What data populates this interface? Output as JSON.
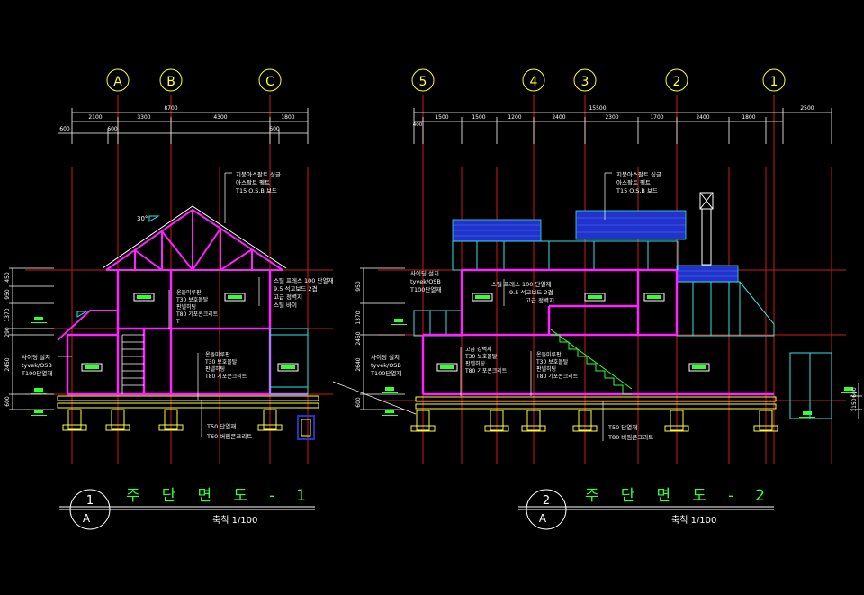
{
  "colors": {
    "background": "#000000",
    "grid": "#d01818",
    "dimension": "#ffffff",
    "structure": "#ff22ff",
    "annotation": "#ffffff",
    "green_text": "#33ff33",
    "cyan": "#33e6e6",
    "yellow": "#ffff33",
    "blue": "#2233cc",
    "title": "#33ff33"
  },
  "section1": {
    "grid_labels": [
      "A",
      "B",
      "C"
    ],
    "total_dim": "8700",
    "dims_top": [
      "2100",
      "3300",
      "4300",
      "1800"
    ],
    "dims_bottom": [
      "600",
      "600",
      "600"
    ],
    "level_dims": [
      "600",
      "2450",
      "290",
      "1370",
      "950",
      "450"
    ],
    "slope": "30°",
    "notes": {
      "roof": [
        "지붕아스팔트 싱글",
        "아스팔트 펠트",
        "T15 O.S.B 보드"
      ],
      "upper_room": [
        "온돌미루판",
        "T30 보호몰탈",
        "판넬히팅",
        "T80 기포콘크리트",
        "T"
      ],
      "wall": [
        "스틸 프레스 100 단열재",
        "9.5 석고보드 2겹",
        "고급 정벽지",
        "스틸 바이"
      ],
      "lower_room": [
        "온돌미루판",
        "T30 보호몰탈",
        "판넬히팅",
        "T80 기포콘크리트"
      ],
      "siding": [
        "사이딩 설치",
        "tyvek/OSB",
        "T100단열재"
      ],
      "foundation": [
        "T50 단열재",
        "T60 버림콘크리트"
      ]
    },
    "title_number": "1",
    "title_sheet": "A",
    "title": "주 단 면 도 - 1",
    "scale": "축척 1/100"
  },
  "section2": {
    "grid_labels": [
      "5",
      "4",
      "3",
      "2",
      "1"
    ],
    "total_dim": "15500",
    "dim_right": "2500",
    "dims_top": [
      "400",
      "1500",
      "1500",
      "1200",
      "2400",
      "2300",
      "1700",
      "2400",
      "1800"
    ],
    "level_dims": [
      "600",
      "2640",
      "2450",
      "1370",
      "950"
    ],
    "right_dims": [
      "1150",
      "600"
    ],
    "notes": {
      "roof": [
        "지붕아스팔트 싱글",
        "아스팔트 펠트",
        "T15 O.S.B 보드"
      ],
      "siding_upper": [
        "사이딩 설치",
        "tyvek/OSB",
        "T100단열재"
      ],
      "wall": [
        "스틸 프레스 100 단열재",
        "9.5 석고보드 2겹",
        "고급 정벽지"
      ],
      "siding_lower": [
        "사이딩 설치",
        "tyvek/OSB",
        "T100단열재"
      ],
      "lower_room": [
        "고급 강벽지",
        "T30 보호몰탈",
        "판넬히팅",
        "T80 기포콘크리트"
      ],
      "stair_room": [
        "온돌미루판",
        "T30 보호몰탈",
        "판넬히팅",
        "T80 기포콘크리트"
      ],
      "foundation": [
        "T50 단열재",
        "T80 버림콘크리트"
      ]
    },
    "title_number": "2",
    "title_sheet": "A",
    "title": "주 단 면 도 - 2",
    "scale": "축척 1/100"
  }
}
